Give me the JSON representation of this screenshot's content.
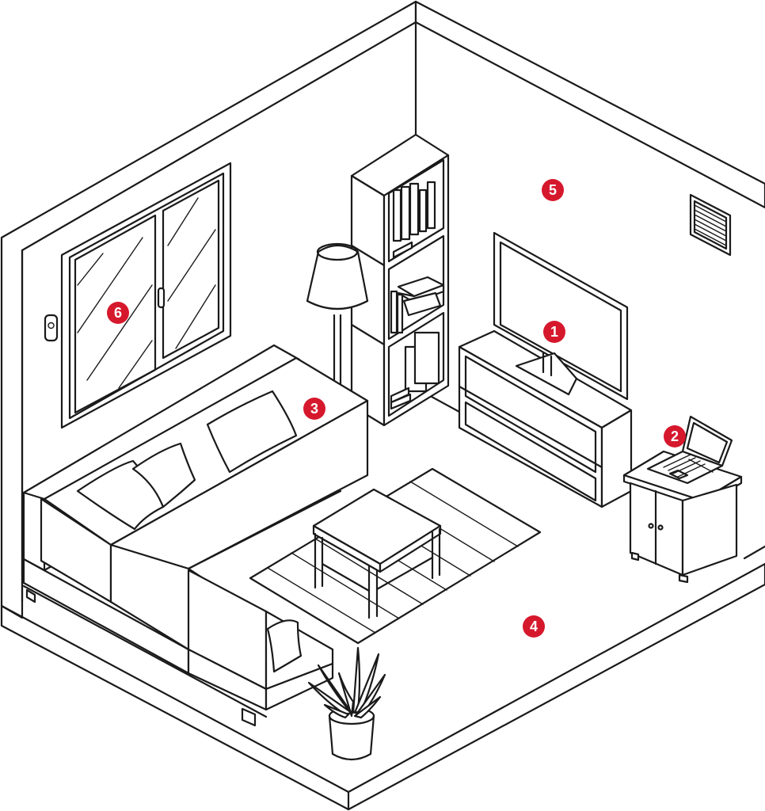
{
  "colors": {
    "marker": "#d6182d",
    "line": "#1a1a1a",
    "background": "#ffffff"
  },
  "markers": [
    {
      "id": "tv",
      "label": "1"
    },
    {
      "id": "laptop",
      "label": "2"
    },
    {
      "id": "floor-lamp",
      "label": "3"
    },
    {
      "id": "floor",
      "label": "4"
    },
    {
      "id": "wall",
      "label": "5"
    },
    {
      "id": "window",
      "label": "6"
    }
  ]
}
